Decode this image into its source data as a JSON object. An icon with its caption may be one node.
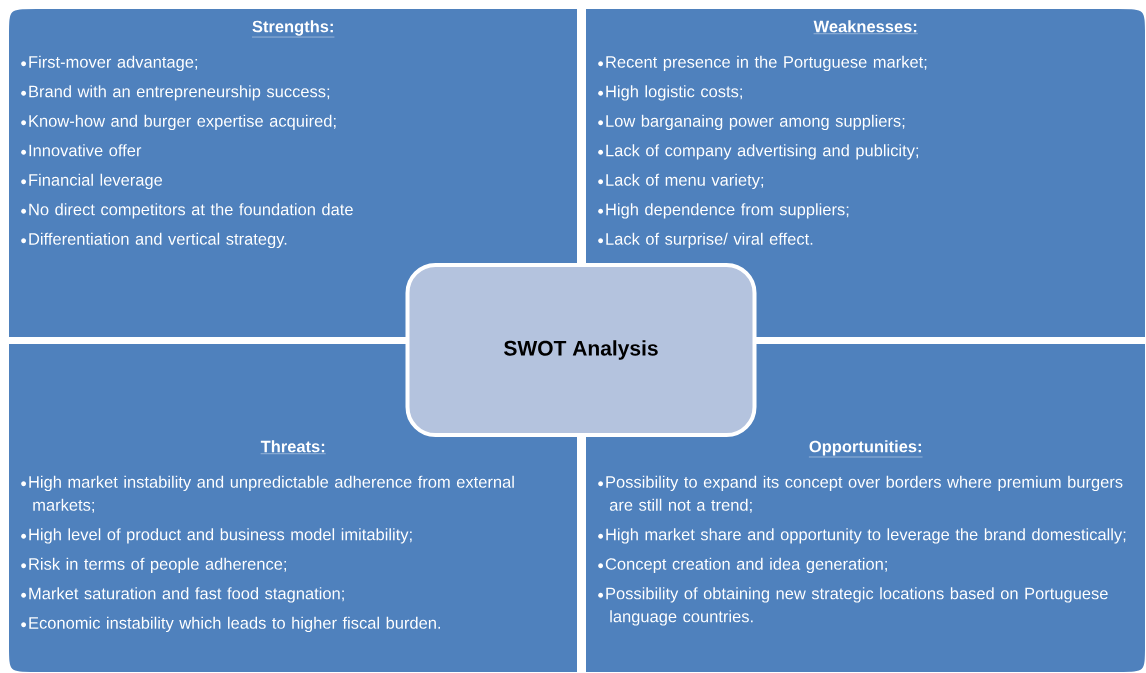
{
  "diagram": {
    "nodes": [
      {
        "text": [
          "Strengths:",
          "First-mover advantage;",
          "Brand with an entrepreneurship success;",
          "Know-how and burger expertise acquired;",
          "Innovative offer",
          "Financial leverage",
          "No direct competitors at the foundation date",
          "Differentiation and vertical strategy."
        ]
      },
      {
        "text": [
          "Weaknesses:",
          "Recent presence in the Portuguese market;",
          "High logistic costs;",
          "Low barganaing power among suppliers;",
          "Lack of company advertising and publicity;",
          "Lack of menu variety;",
          "High dependence from suppliers;",
          "Lack of surprise/ viral effect."
        ]
      },
      {
        "text": [
          "SWOT Analysis"
        ]
      },
      {
        "text": [
          "Threats:",
          "High market instability and unpredictable adherence from external markets;",
          "High level of product and business model imitability;",
          "Risk in terms of people adherence;",
          "Market saturation and fast food stagnation;",
          "Economic instability which leads to higher fiscal burden."
        ]
      },
      {
        "text": [
          "Opportunities:",
          "Possibility to expand its concept over borders where premium burgers are still not a trend;",
          "High market share and opportunity to leverage the brand domestically;",
          "Concept creation and idea generation;",
          "Possibility of obtaining new strategic locations based on Portuguese language countries."
        ]
      }
    ]
  }
}
